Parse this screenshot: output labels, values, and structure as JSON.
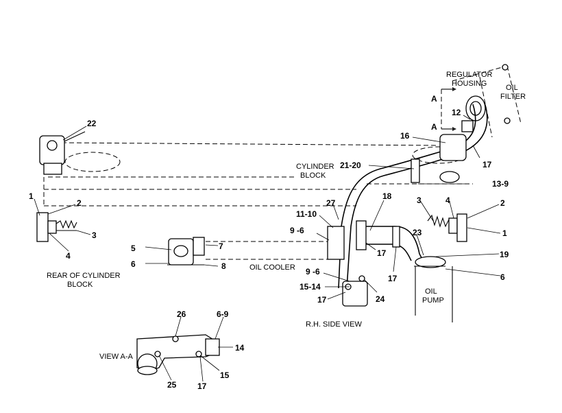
{
  "diagram": {
    "labels": {
      "regulator_housing_1": "REGULATOR",
      "regulator_housing_2": "HOUSING",
      "oil_filter_1": "OIL",
      "oil_filter_2": "FILTER",
      "cylinder_block_1": "CYLINDER",
      "cylinder_block_2": "BLOCK",
      "rear_block_1": "REAR OF CYLINDER",
      "rear_block_2": "BLOCK",
      "oil_cooler": "OIL COOLER",
      "oil_pump_1": "OIL",
      "oil_pump_2": "PUMP",
      "rh_side_view": "R.H. SIDE VIEW",
      "view_aa": "VIEW A-A",
      "section_a_top": "A",
      "section_a_bottom": "A"
    },
    "callouts": {
      "c22": "22",
      "c16": "16",
      "c12": "12",
      "c17a": "17",
      "c21_20": "21-20",
      "c13_9": "13-9",
      "c1a": "1",
      "c2a": "2",
      "c3a": "3",
      "c4a": "4",
      "c11_10": "11-10",
      "c27": "27",
      "c18": "18",
      "c3b": "3",
      "c4b": "4",
      "c2b": "2",
      "c1b": "1",
      "c9_6a": "9 -6",
      "c5": "5",
      "c7": "7",
      "c6a": "6",
      "c8": "8",
      "c23": "23",
      "c17b": "17",
      "c19": "19",
      "c17c": "17",
      "c6b": "6",
      "c9_6b": "9 -6",
      "c15_14a": "15-14",
      "c17d": "17",
      "c24": "24",
      "c26": "26",
      "c6_9": "6-9",
      "c14": "14",
      "c15": "15",
      "c25": "25",
      "c17e": "17"
    }
  }
}
